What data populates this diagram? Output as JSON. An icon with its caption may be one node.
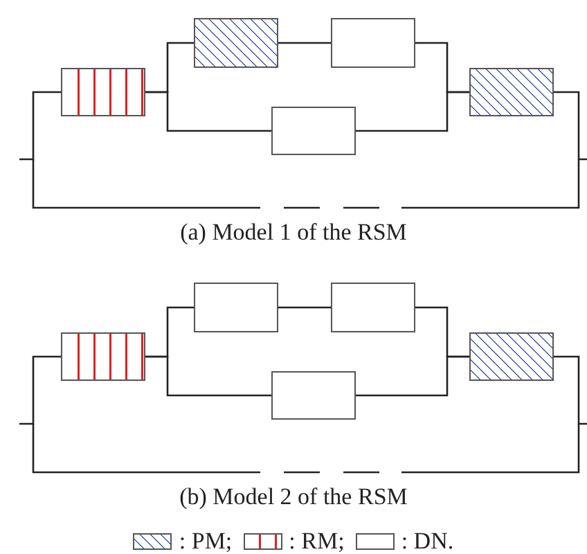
{
  "diagram": {
    "nodes": [
      {
        "text": [],
        "shape": "box"
      },
      {
        "text": [],
        "shape": "box"
      },
      {
        "text": [],
        "shape": "box"
      },
      {
        "text": [],
        "shape": "box"
      },
      {
        "text": [],
        "shape": "box"
      },
      {
        "text": [],
        "shape": "box"
      },
      {
        "text": [],
        "shape": "box"
      },
      {
        "text": [],
        "shape": "box"
      },
      {
        "text": [],
        "shape": "box"
      },
      {
        "text": [],
        "shape": "box"
      }
    ],
    "edges": [
      {
        "from": null,
        "to": 0,
        "arrow": "none"
      },
      {
        "from": 0,
        "to": 1,
        "arrow": "none"
      },
      {
        "from": 0,
        "to": 2,
        "arrow": "none"
      },
      {
        "from": 1,
        "to": 3,
        "arrow": "none"
      },
      {
        "from": 3,
        "to": 4,
        "arrow": "none"
      },
      {
        "from": 2,
        "to": 4,
        "arrow": "none"
      },
      {
        "from": 4,
        "to": null,
        "arrow": "none"
      },
      {
        "from": null,
        "to": 5,
        "arrow": "none"
      },
      {
        "from": 5,
        "to": 6,
        "arrow": "none"
      },
      {
        "from": 5,
        "to": 7,
        "arrow": "none"
      },
      {
        "from": 6,
        "to": 8,
        "arrow": "none"
      },
      {
        "from": 8,
        "to": 9,
        "arrow": "none"
      },
      {
        "from": 7,
        "to": 9,
        "arrow": "none"
      },
      {
        "from": 9,
        "to": null,
        "arrow": "none"
      }
    ],
    "labels": [
      "(a) Model 1 of the RSM",
      "(b) Model 2 of the RSM"
    ],
    "legend": [
      {
        "text": ": PM;"
      },
      {
        "text": ": RM;"
      },
      {
        "text": ": DN."
      }
    ]
  }
}
